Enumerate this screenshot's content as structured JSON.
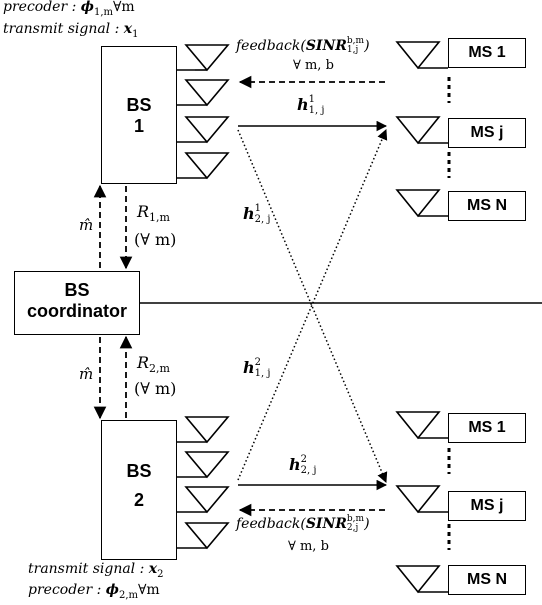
{
  "bs1": {
    "line1": "BS",
    "line2": "1"
  },
  "bs2": {
    "line1": "BS",
    "line2": "2"
  },
  "coordinator": {
    "line1": "BS",
    "line2": "coordinator"
  },
  "top_text": {
    "precoder_prefix": "precoder : ",
    "precoder_symbol": "ϕ",
    "precoder_sub": "1,m",
    "precoder_suffix": "∀m",
    "transmit_prefix": "transmit signal : ",
    "transmit_symbol": "x",
    "transmit_sub": "1"
  },
  "bottom_text": {
    "transmit_prefix": "transmit signal : ",
    "transmit_symbol": "x",
    "transmit_sub": "2",
    "precoder_prefix": "precoder : ",
    "precoder_symbol": "ϕ",
    "precoder_sub": "2,m",
    "precoder_suffix": "∀m"
  },
  "ms_top": [
    "MS 1",
    "MS j",
    "MS N"
  ],
  "ms_bottom": [
    "MS 1",
    "MS j",
    "MS N"
  ],
  "feedback_top": {
    "word": "feedback(",
    "sinr": "SINR",
    "sup": "b,m",
    "sub": "1,j",
    "close": ")",
    "forall": "∀ m, b"
  },
  "feedback_bottom": {
    "word": "feedback(",
    "sinr": "SINR",
    "sup": "b,m",
    "sub": "2,j",
    "close": ")",
    "forall": "∀ m, b"
  },
  "channels": {
    "h11": {
      "base": "h",
      "sup": "1",
      "sub": "1, j"
    },
    "h21": {
      "base": "h",
      "sup": "1",
      "sub": "2, j"
    },
    "h12": {
      "base": "h",
      "sup": "2",
      "sub": "1, j"
    },
    "h22": {
      "base": "h",
      "sup": "2",
      "sub": "2, j"
    }
  },
  "links": {
    "mhat": "m̂",
    "r1": {
      "base": "R",
      "sub": "1,m",
      "forall": "(∀ m)"
    },
    "r2": {
      "base": "R",
      "sub": "2,m",
      "forall": "(∀ m)"
    }
  }
}
